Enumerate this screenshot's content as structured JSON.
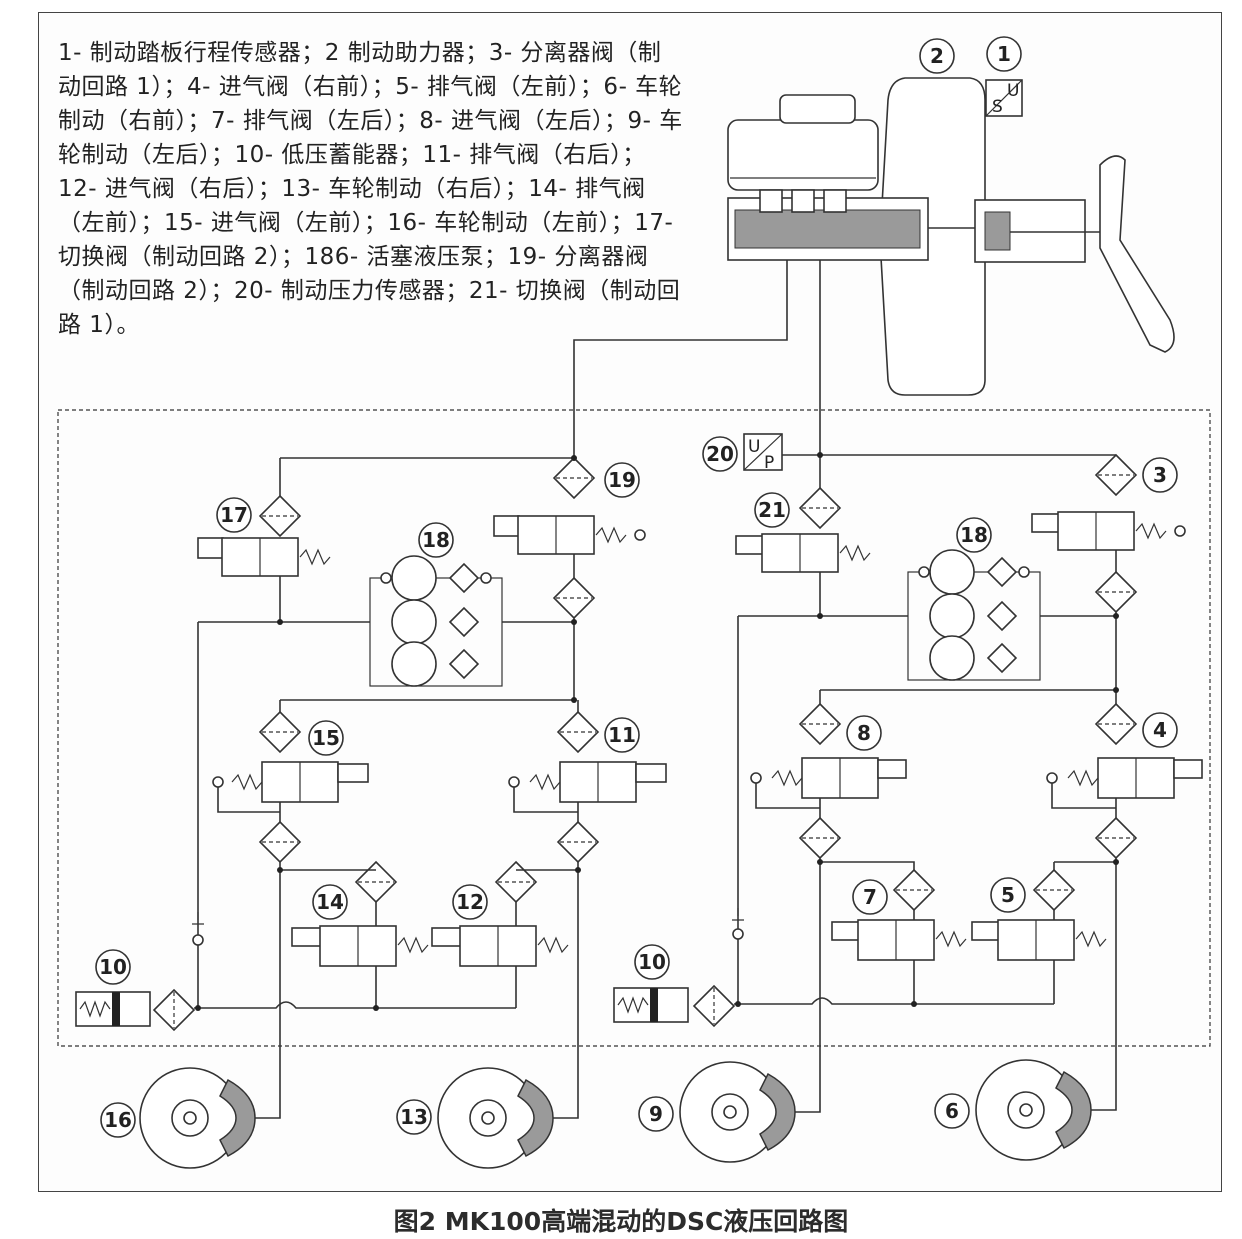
{
  "legend": {
    "text": "1- 制动踏板行程传感器；2 制动助力器；3- 分离器阀（制动回路 1）；4- 进气阀（右前）；5- 排气阀（左前）；6- 车轮制动（右前）；7- 排气阀（左后）；8- 进气阀（左后）；9- 车轮制动（左后）；10- 低压蓄能器；11- 排气阀（右后）；12- 进气阀（右后）；13- 车轮制动（右后）；14- 排气阀（左前）；15- 进气阀（左前）；16- 车轮制动（左前）；17- 切换阀（制动回路 2）；186- 活塞液压泵；19- 分离器阀（制动回路 2）；20- 制动压力传感器；21- 切换阀（制动回路 1）。"
  },
  "caption": "图2 MK100高端混动的DSC液压回路图",
  "components": {
    "c1": "1",
    "c2": "2",
    "c3": "3",
    "c4": "4",
    "c5": "5",
    "c6": "6",
    "c7": "7",
    "c8": "8",
    "c9": "9",
    "c10a": "10",
    "c10b": "10",
    "c11": "11",
    "c12": "12",
    "c13": "13",
    "c14": "14",
    "c15": "15",
    "c16": "16",
    "c17": "17",
    "c18a": "18",
    "c18b": "18",
    "c19": "19",
    "c20": "20",
    "c21": "21"
  },
  "sensor1": {
    "s": "S",
    "u": "U"
  },
  "sensor20": {
    "u": "U",
    "p": "P"
  }
}
